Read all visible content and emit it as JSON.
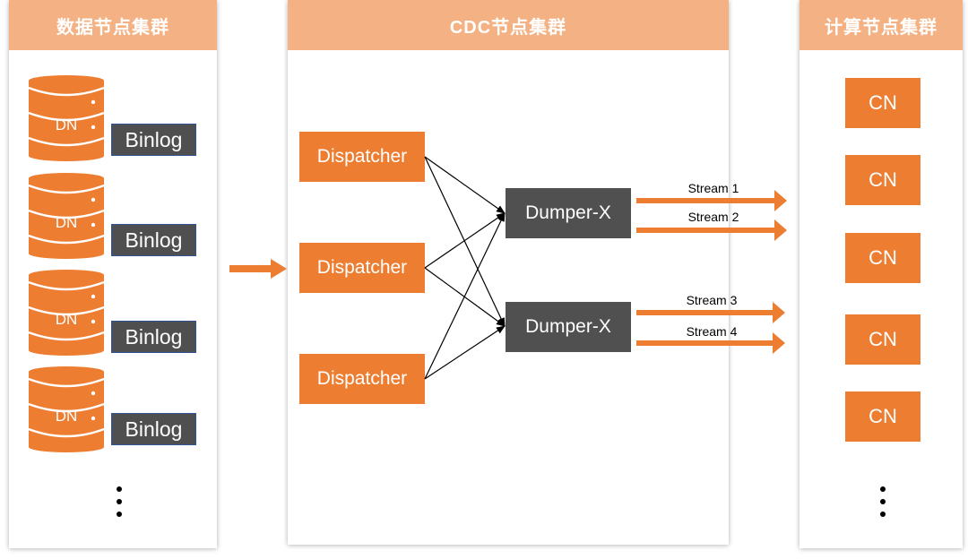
{
  "headers": {
    "data_cluster": "数据节点集群",
    "cdc_cluster": "CDC节点集群",
    "compute_cluster": "计算节点集群"
  },
  "data_nodes": [
    {
      "label": "DN",
      "log": "Binlog"
    },
    {
      "label": "DN",
      "log": "Binlog"
    },
    {
      "label": "DN",
      "log": "Binlog"
    },
    {
      "label": "DN",
      "log": "Binlog"
    }
  ],
  "dispatchers": [
    "Dispatcher",
    "Dispatcher",
    "Dispatcher"
  ],
  "dumpers": [
    "Dumper-X",
    "Dumper-X"
  ],
  "streams": [
    "Stream 1",
    "Stream 2",
    "Stream 3",
    "Stream 4"
  ],
  "compute_nodes": [
    "CN",
    "CN",
    "CN",
    "CN",
    "CN"
  ],
  "colors": {
    "header": "#f4b183",
    "accent": "#ed7d31",
    "dark_box": "#505050"
  }
}
